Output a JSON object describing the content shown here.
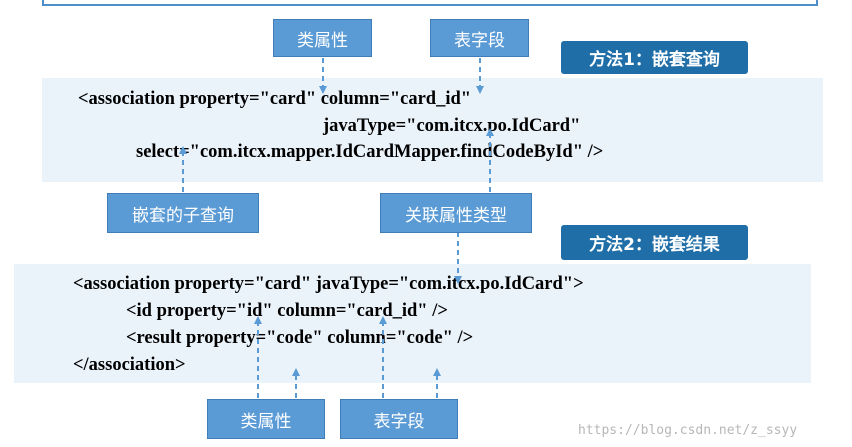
{
  "labels": {
    "class_property_top": "类属性",
    "table_field_top": "表字段",
    "nested_subquery": "嵌套的子查询",
    "association_type": "关联属性类型",
    "class_property_bottom": "类属性",
    "table_field_bottom": "表字段"
  },
  "methods": {
    "method1": "方法1：嵌套查询",
    "method2": "方法2：嵌套结果"
  },
  "code_block_1": [
    "<association property=\"card\" column=\"card_id\"",
    "javaType=\"com.itcx.po.IdCard\"",
    "select=\"com.itcx.mapper.IdCardMapper.findCodeById\" />"
  ],
  "code_block_2": [
    "<association property=\"card\" javaType=\"com.itcx.po.IdCard\">",
    "<id property=\"id\" column=\"card_id\" />",
    "<result property=\"code\" column=\"code\" />",
    "</association>"
  ],
  "watermark": "https://blog.csdn.net/z_ssyy",
  "colors": {
    "label_fill": "#5b9bd5",
    "method_fill": "#1f6ea8",
    "panel_fill": "#eaf2fa",
    "arrow": "#5b9bd5"
  }
}
